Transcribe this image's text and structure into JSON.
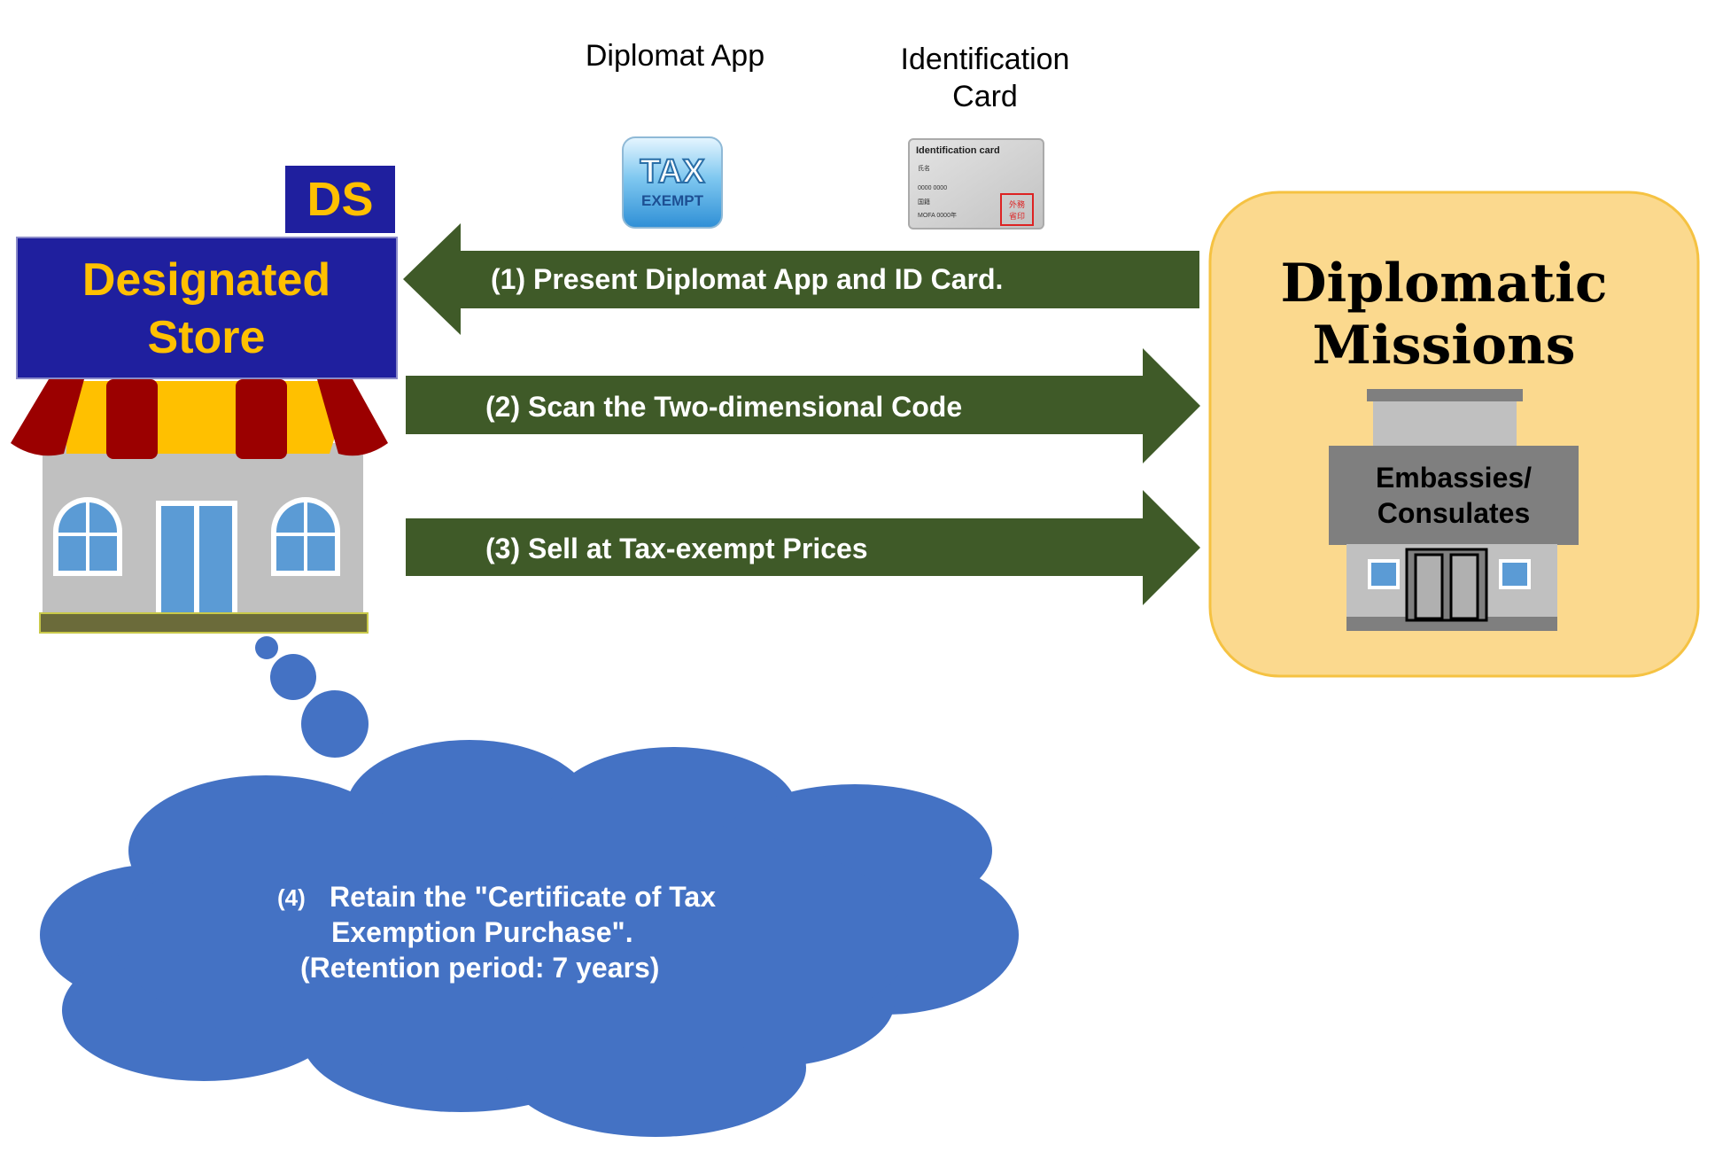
{
  "top_labels": {
    "app_label": "Diplomat App",
    "card_label_line1": "Identification",
    "card_label_line2": "Card"
  },
  "app_icon": {
    "line1": "TAX",
    "line2": "EXEMPT"
  },
  "id_card": {
    "title": "Identification card",
    "row1": "氏名",
    "row2": "0000  0000",
    "row3": "国籍",
    "row4": "MOFA 0000年",
    "seal_line1": "外務",
    "seal_line2": "省印"
  },
  "store": {
    "badge": "DS",
    "name_line1": "Designated",
    "name_line2": "Store"
  },
  "missions": {
    "title_line1": "Diplomatic",
    "title_line2": "Missions",
    "building_label_line1": "Embassies/",
    "building_label_line2": "Consulates"
  },
  "steps": {
    "step1": "(1) Present Diplomat App and  ID Card.",
    "step2": "(2) Scan the Two-dimensional Code",
    "step3": "(3) Sell at Tax-exempt Prices",
    "step4_number": "(4)",
    "step4_line1": "Retain the \"Certificate of Tax",
    "step4_line2": "Exemption Purchase\".",
    "step4_line3": "(Retention period: 7 years)"
  },
  "colors": {
    "arrow": "#3f5a28",
    "store_sign": "#1f1f9e",
    "store_text": "#ffc000",
    "cloud": "#4472c4",
    "missions_panel": "#fbd98e",
    "missions_border": "#f5c242",
    "awning_red": "#9b0000",
    "awning_yellow": "#ffc000"
  }
}
